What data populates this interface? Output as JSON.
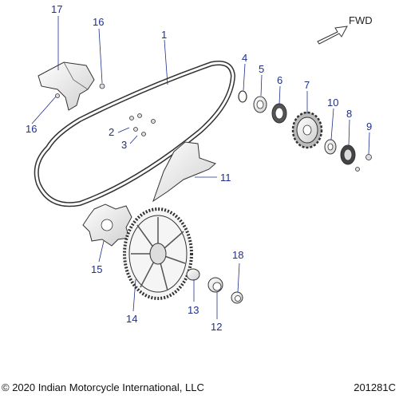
{
  "fwd_label": "FWD",
  "copyright": "© 2020 Indian Motorcycle International, LLC",
  "figure_number": "201281C",
  "callouts": {
    "c1": "1",
    "c2": "2",
    "c3": "3",
    "c4": "4",
    "c5": "5",
    "c6": "6",
    "c7": "7",
    "c8": "8",
    "c9": "9",
    "c10": "10",
    "c11": "11",
    "c12": "12",
    "c13": "13",
    "c14": "14",
    "c15": "15",
    "c16a": "16",
    "c16b": "16",
    "c17": "17",
    "c18": "18"
  },
  "colors": {
    "callout": "#1f2f8c",
    "part_stroke": "#333333",
    "part_fill": "#f2f2f2",
    "leader": "#1f2f8c"
  }
}
